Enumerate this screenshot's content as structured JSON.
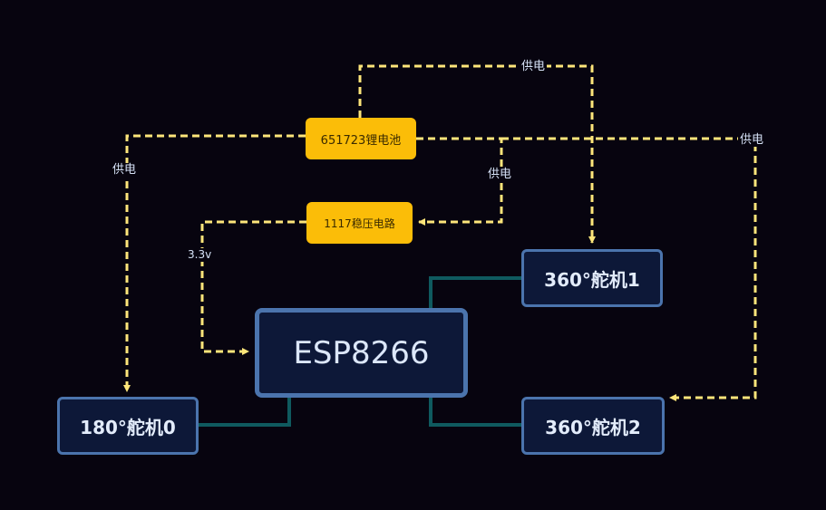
{
  "nodes": {
    "battery": "651723锂电池",
    "regulator": "1117稳压电路",
    "mcu": "ESP8266",
    "servo180": "180°舵机0",
    "servo360_1": "360°舵机1",
    "servo360_2": "360°舵机2"
  },
  "edge_labels": {
    "supply_top": "供电",
    "supply_left": "供电",
    "supply_regulator": "供电",
    "supply_right": "供电",
    "regulator_out": "3.3v"
  },
  "colors": {
    "background": "#07040f",
    "power_link": "#fde57a",
    "signal_link": "#0f5a5f",
    "device_fill": "#0d1838",
    "device_border": "#4b74ad",
    "power_node": "#fbbd08"
  }
}
